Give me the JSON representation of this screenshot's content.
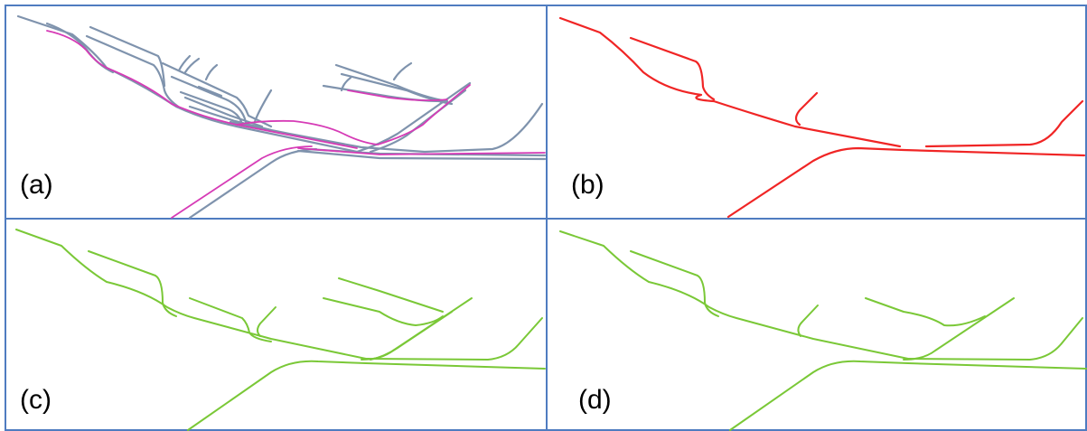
{
  "panels": [
    {
      "id": "a",
      "label": "(a)"
    },
    {
      "id": "b",
      "label": "(b)"
    },
    {
      "id": "c",
      "label": "(c)"
    },
    {
      "id": "d",
      "label": "(d)"
    }
  ],
  "colors": {
    "grid": "#4f7cc0",
    "ground_truth": "#7f93ad",
    "overlay": "#d63bb6",
    "red": "#f02525",
    "green": "#7ac837"
  }
}
